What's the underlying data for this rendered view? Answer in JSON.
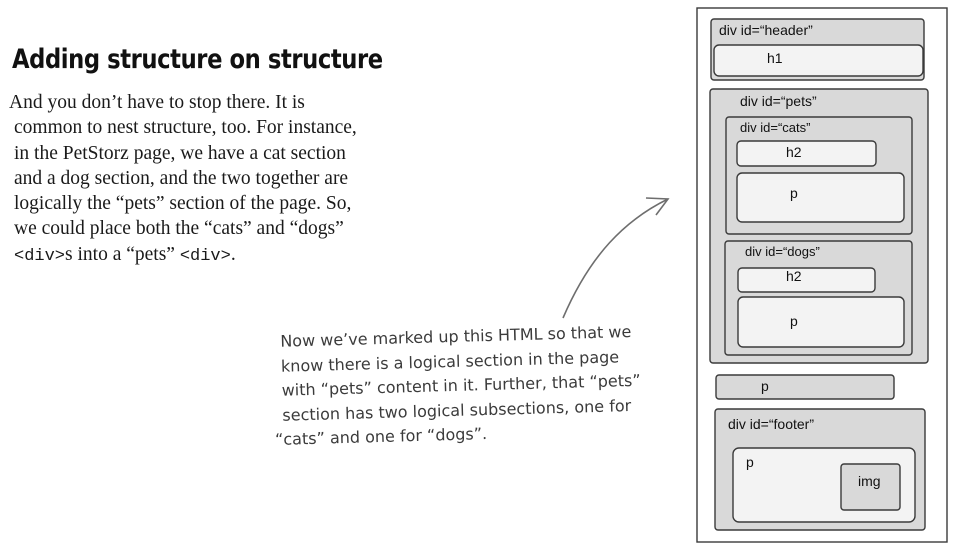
{
  "heading": "Adding structure on structure",
  "body": {
    "lines": [
      "And you don’t have to stop there. It is",
      "common to nest structure, too. For instance,",
      "in the PetStorz page, we have a cat section",
      "and a dog section, and the two together are",
      "logically the “pets” section of the page. So,",
      "we could place both the “cats” and “dogs”"
    ],
    "last_code_1": "<div>",
    "last_text_1": "s into a “pets” ",
    "last_code_2": "<div>",
    "last_text_2": "."
  },
  "annotation": {
    "lines": [
      "Now we’ve marked up this HTML so that we",
      "know there is a logical section in the page",
      "with “pets” content in it. Further, that “pets”",
      "section has two logical subsections, one for",
      "“cats” and one for “dogs”."
    ]
  },
  "diagram": {
    "header_label": "div id=“header”",
    "h1": "h1",
    "pets_label": "div id=“pets”",
    "cats_label": "div id=“cats”",
    "cats_h2": "h2",
    "cats_p": "p",
    "dogs_label": "div id=“dogs”",
    "dogs_h2": "h2",
    "dogs_p": "p",
    "standalone_p": "p",
    "footer_label": "div id=“footer”",
    "footer_p": "p",
    "footer_img": "img"
  },
  "colors": {
    "box_fill": "#d9d9d9",
    "inner_fill": "#f3f3f3",
    "stroke": "#3a3a3a",
    "arrow": "#6e6e6e"
  }
}
